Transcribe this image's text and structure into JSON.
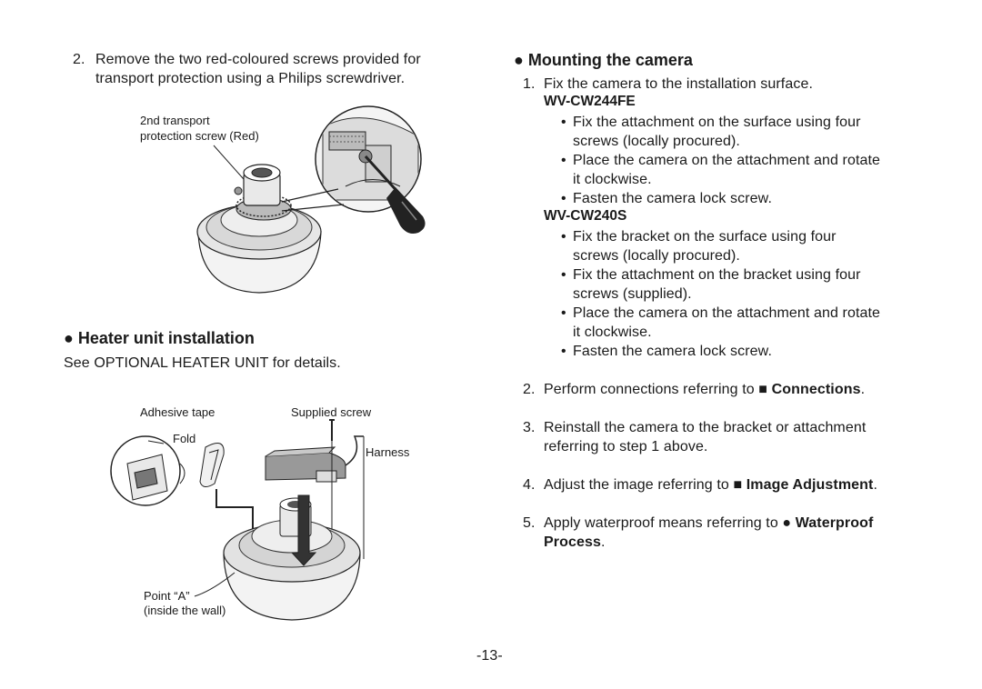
{
  "left": {
    "step2": {
      "num": "2.",
      "line1": "Remove the two red-coloured screws provided for",
      "line2": "transport protection using a Philips screwdriver."
    },
    "fig1": {
      "label_line1": "2nd transport",
      "label_line2": "protection screw (Red)"
    },
    "heater": {
      "bullet": "●",
      "title": "Heater unit installation",
      "text": "See OPTIONAL HEATER UNIT for details."
    },
    "fig2": {
      "adhesive": "Adhesive tape",
      "screw": "Supplied screw",
      "fold": "Fold",
      "harness": "Harness",
      "point_line1": "Point “A”",
      "point_line2": "(inside the wall)"
    }
  },
  "right": {
    "mounting": {
      "bullet": "●",
      "title": "Mounting the camera"
    },
    "step1": {
      "num": "1.",
      "text": "Fix the camera to the installation surface."
    },
    "model1": "WV-CW244FE",
    "model1_bullets": [
      {
        "l1": "Fix the attachment on the surface using four",
        "l2": "screws (locally procured)."
      },
      {
        "l1": "Place the camera on the attachment and rotate",
        "l2": "it clockwise."
      },
      {
        "l1": "Fasten the camera lock screw.",
        "l2": ""
      }
    ],
    "model2": "WV-CW240S",
    "model2_bullets": [
      {
        "l1": "Fix the bracket on the surface using four",
        "l2": "screws (locally procured)."
      },
      {
        "l1": "Fix the attachment on the bracket using four",
        "l2": "screws (supplied)."
      },
      {
        "l1": "Place the camera on the attachment and rotate",
        "l2": "it clockwise."
      },
      {
        "l1": "Fasten the camera lock screw.",
        "l2": ""
      }
    ],
    "bullet_char": "•",
    "step2": {
      "num": "2.",
      "pre": "Perform connections referring to ",
      "sym": "■",
      "ref": "Connections",
      "post": "."
    },
    "step3": {
      "num": "3.",
      "l1": "Reinstall the camera to the bracket or attachment",
      "l2": "referring to step 1 above."
    },
    "step4": {
      "num": "4.",
      "pre": "Adjust the image referring to ",
      "sym": "■",
      "ref": "Image Adjustment",
      "post": "."
    },
    "step5": {
      "num": "5.",
      "pre": "Apply waterproof means referring to ",
      "sym": "●",
      "ref1": "Waterproof",
      "ref2": "Process",
      "post": "."
    }
  },
  "footer": {
    "page": "-13-"
  }
}
